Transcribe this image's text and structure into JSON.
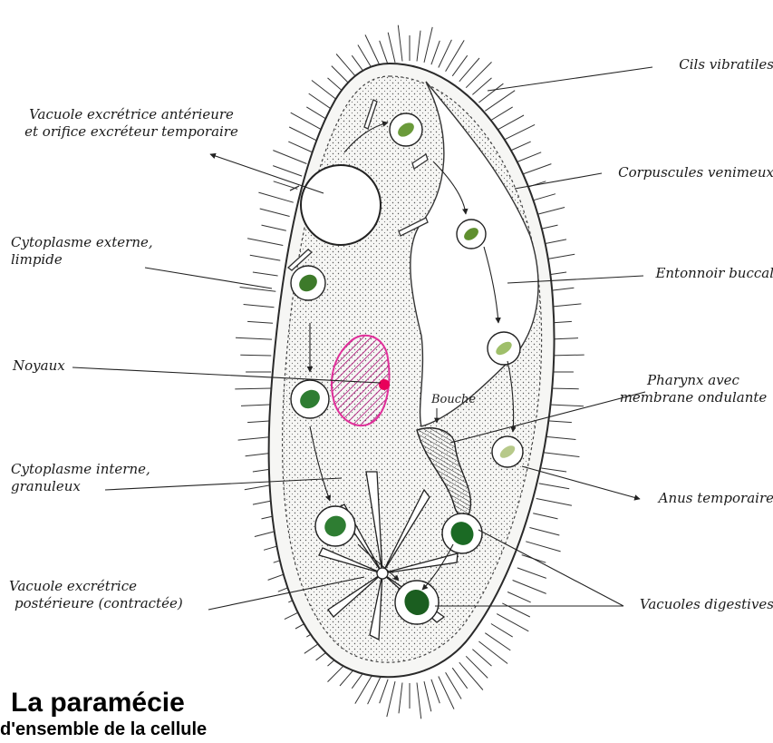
{
  "diagram": {
    "title": "La paramécie",
    "subtitle": "d'ensemble de la cellule",
    "labels": {
      "cils": "Cils vibratiles",
      "vac_ant_1": "Vacuole excrétrice antérieure",
      "vac_ant_2": "et orifice excréteur temporaire",
      "corpuscules": "Corpuscules venimeux",
      "cyto_ext_1": "Cytoplasme externe,",
      "cyto_ext_2": "limpide",
      "entonnoir": "Entonnoir buccal",
      "noyaux": "Noyaux",
      "pharynx_1": "Pharynx avec",
      "pharynx_2": "membrane ondulante",
      "bouche": "Bouche",
      "cyto_int_1": "Cytoplasme interne,",
      "cyto_int_2": "granuleux",
      "anus": "Anus temporaire",
      "vac_post_1": "Vacuole excrétrice",
      "vac_post_2": "postérieure (contractée)",
      "vac_dig": "Vacuoles digestives"
    },
    "colors": {
      "nucleus": "#e0309a",
      "micronucleus": "#e8005a",
      "vacuole_content": "#2e7d32",
      "cell_fill": "#f4f4f2",
      "outline": "#2a2a2a"
    }
  }
}
